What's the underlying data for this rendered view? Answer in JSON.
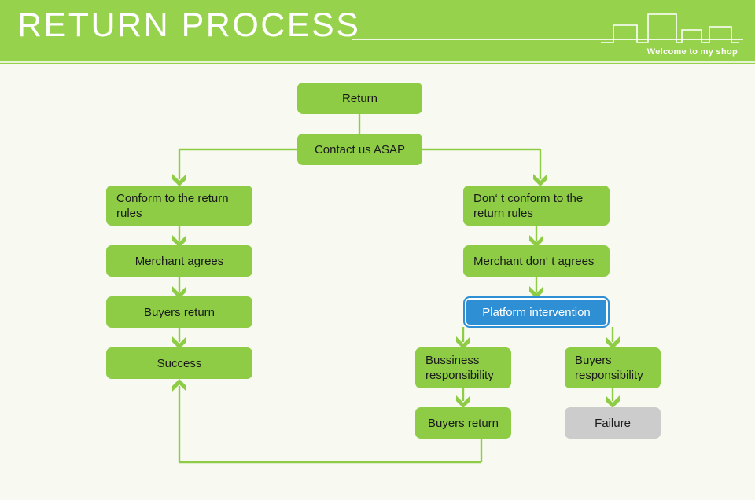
{
  "header": {
    "title": "RETURN PROCESS",
    "tagline": "Welcome to my shop",
    "band_color": "#96d24b",
    "title_color": "#ffffff",
    "skyline_icon": "skyline-bars-icon"
  },
  "page": {
    "background_color": "#f8faf1",
    "node_green": "#8ecc46",
    "node_gray": "#cccccc",
    "node_blue": "#2e8fd4",
    "connector_color": "#8ecc46"
  },
  "chart_data": {
    "type": "diagram",
    "title": "RETURN PROCESS",
    "nodes": [
      {
        "id": "return",
        "label": "Return",
        "style": "green",
        "align": "center"
      },
      {
        "id": "contact",
        "label": "Contact us ASAP",
        "style": "green",
        "align": "center"
      },
      {
        "id": "conform",
        "label": "Conform to the return rules",
        "style": "green",
        "align": "left"
      },
      {
        "id": "merchant_ok",
        "label": "Merchant agrees",
        "style": "green",
        "align": "center"
      },
      {
        "id": "buyers_return_l",
        "label": "Buyers return",
        "style": "green",
        "align": "center"
      },
      {
        "id": "success",
        "label": "Success",
        "style": "green",
        "align": "center"
      },
      {
        "id": "not_conform",
        "label": "Don‘ t conform to the return rules",
        "style": "green",
        "align": "left"
      },
      {
        "id": "merchant_no",
        "label": "Merchant don‘ t agrees",
        "style": "green",
        "align": "left"
      },
      {
        "id": "platform",
        "label": "Platform intervention",
        "style": "blue",
        "align": "center"
      },
      {
        "id": "business_resp",
        "label": "Bussiness responsibility",
        "style": "green",
        "align": "left"
      },
      {
        "id": "buyers_resp",
        "label": "Buyers responsibility",
        "style": "green",
        "align": "left"
      },
      {
        "id": "buyers_return_r",
        "label": "Buyers return",
        "style": "green",
        "align": "center"
      },
      {
        "id": "failure",
        "label": "Failure",
        "style": "gray",
        "align": "center"
      }
    ],
    "edges": [
      {
        "from": "return",
        "to": "contact"
      },
      {
        "from": "contact",
        "to": "conform"
      },
      {
        "from": "contact",
        "to": "not_conform"
      },
      {
        "from": "conform",
        "to": "merchant_ok"
      },
      {
        "from": "merchant_ok",
        "to": "buyers_return_l"
      },
      {
        "from": "buyers_return_l",
        "to": "success"
      },
      {
        "from": "not_conform",
        "to": "merchant_no"
      },
      {
        "from": "merchant_no",
        "to": "platform"
      },
      {
        "from": "platform",
        "to": "business_resp"
      },
      {
        "from": "platform",
        "to": "buyers_resp"
      },
      {
        "from": "business_resp",
        "to": "buyers_return_r"
      },
      {
        "from": "buyers_resp",
        "to": "failure"
      },
      {
        "from": "buyers_return_r",
        "to": "success"
      }
    ]
  }
}
